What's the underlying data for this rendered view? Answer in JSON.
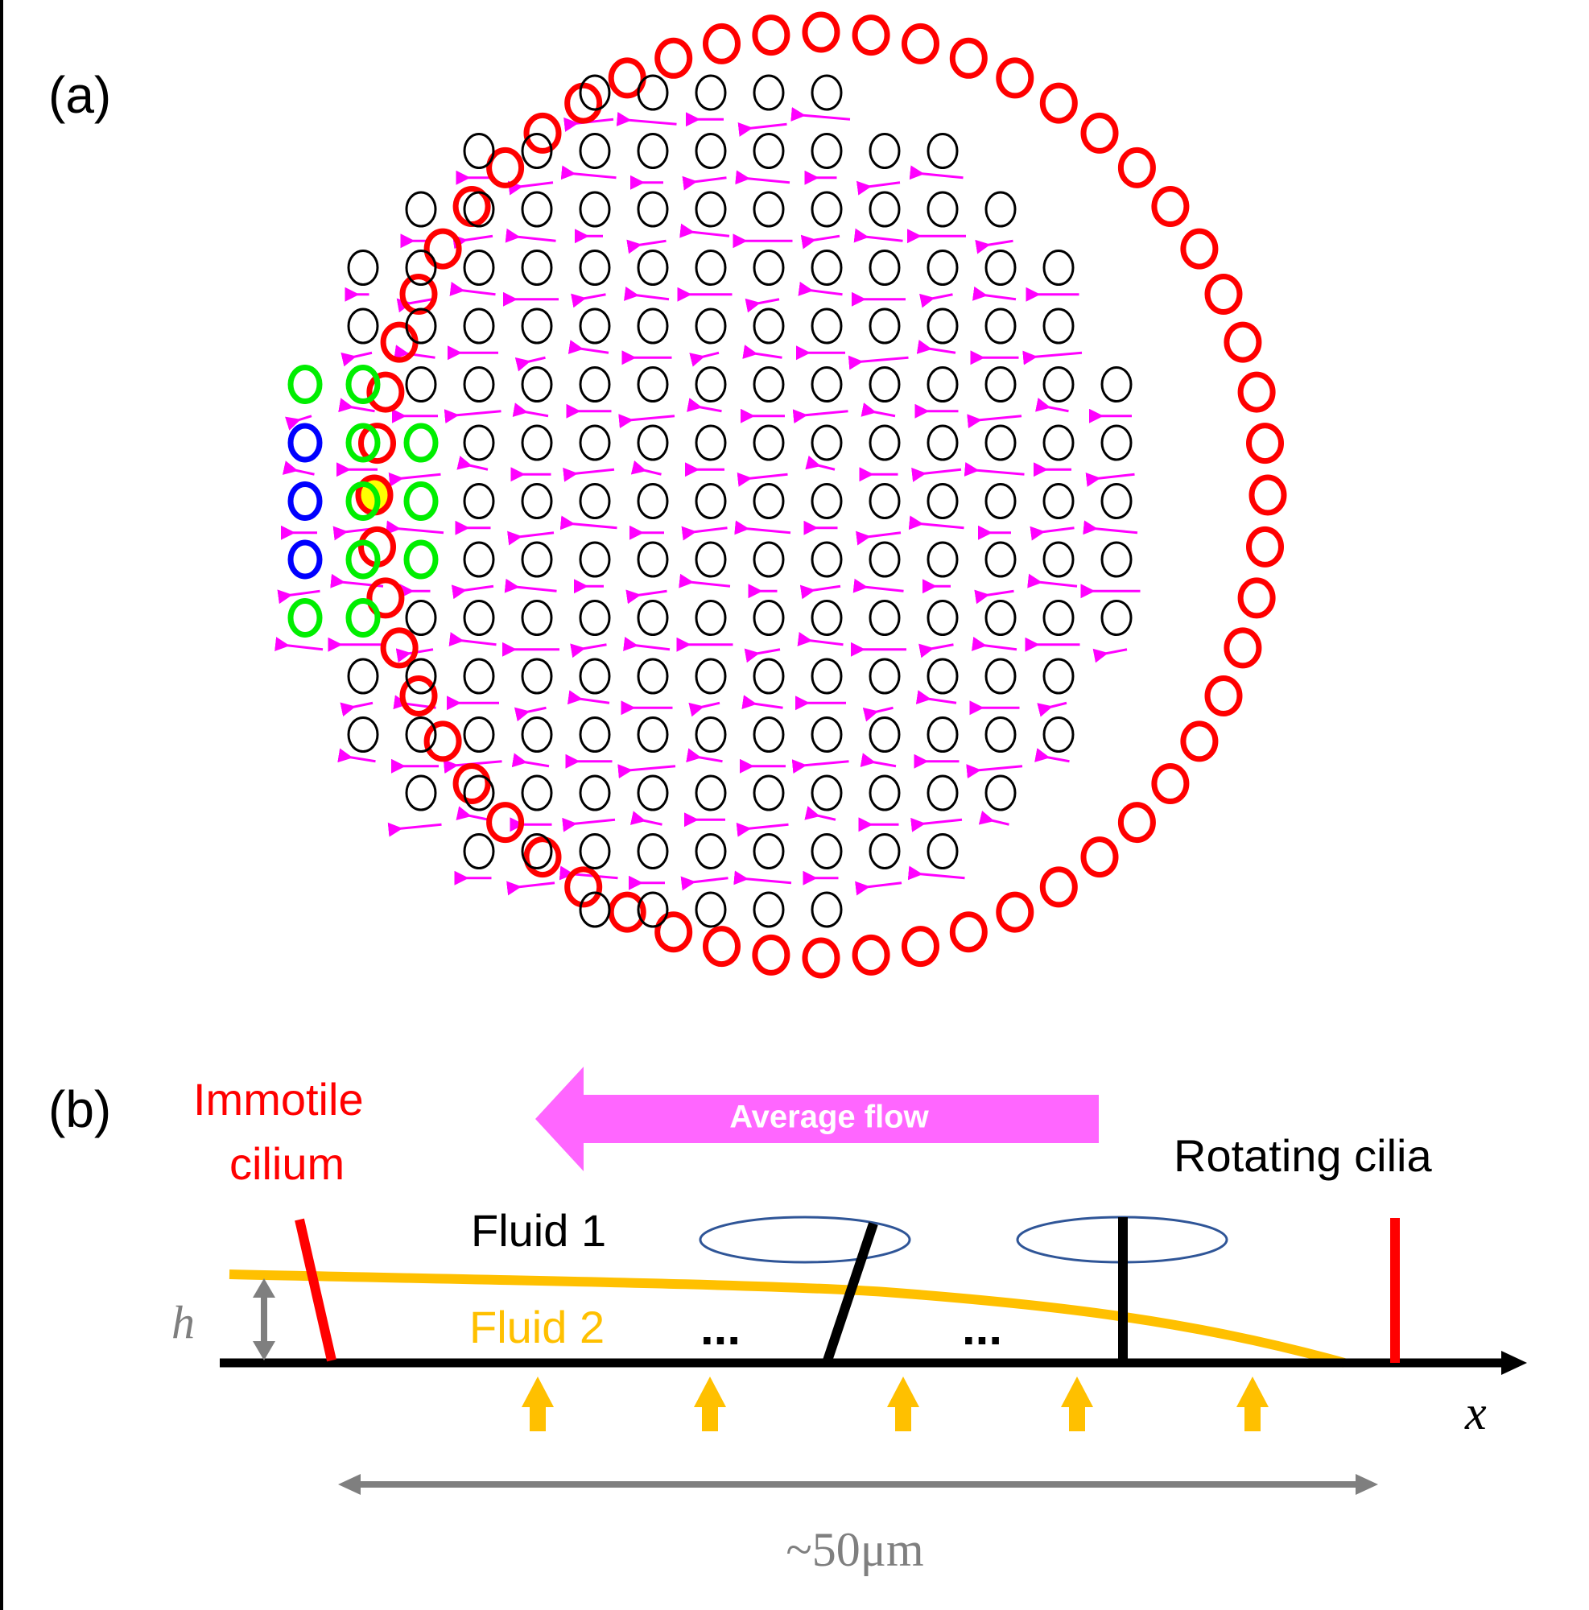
{
  "figure": {
    "panel_a": {
      "label": "(a)",
      "description": "Circular array of cilia viewed from above with flow-velocity arrows",
      "colors": {
        "boundary_cilia": "#ff0000",
        "interior_cilia": "#000000",
        "near_neighbors": "#00ee00",
        "nearest_neighbors": "#0000ff",
        "target_cilium_fill": "#ffff00",
        "flow_arrows": "#ff00ff"
      },
      "grid": {
        "rows": [
          {
            "start": 2,
            "count": 5
          },
          {
            "start": 0,
            "count": 9
          },
          {
            "start": -1,
            "count": 11
          },
          {
            "start": -2,
            "count": 13
          },
          {
            "start": -2,
            "count": 13
          },
          {
            "start": -3,
            "count": 15
          },
          {
            "start": -3,
            "count": 15
          },
          {
            "start": -3,
            "count": 15
          },
          {
            "start": -3,
            "count": 15
          },
          {
            "start": -3,
            "count": 15
          },
          {
            "start": -2,
            "count": 13
          },
          {
            "start": -2,
            "count": 13
          },
          {
            "start": -1,
            "count": 11
          },
          {
            "start": 0,
            "count": 9
          },
          {
            "start": 2,
            "count": 5
          }
        ],
        "highlighted": [
          {
            "row": 5,
            "col": -3,
            "type": "green"
          },
          {
            "row": 5,
            "col": -2,
            "type": "green"
          },
          {
            "row": 6,
            "col": -3,
            "type": "blue"
          },
          {
            "row": 6,
            "col": -2,
            "type": "green"
          },
          {
            "row": 6,
            "col": -1,
            "type": "green"
          },
          {
            "row": 7,
            "col": -3,
            "type": "blue"
          },
          {
            "row": 7,
            "col": -2,
            "type": "green"
          },
          {
            "row": 7,
            "col": -1,
            "type": "green"
          },
          {
            "row": 8,
            "col": -3,
            "type": "blue"
          },
          {
            "row": 8,
            "col": -2,
            "type": "green"
          },
          {
            "row": 8,
            "col": -1,
            "type": "green"
          },
          {
            "row": 9,
            "col": -3,
            "type": "green"
          },
          {
            "row": 9,
            "col": -2,
            "type": "green"
          }
        ],
        "boundary_count": 56,
        "target_index_angle_deg": 180
      }
    },
    "panel_b": {
      "label": "(b)",
      "immotile_label_line1": "Immotile",
      "immotile_label_line2": "cilium",
      "flow_label": "Average flow",
      "rotating_label": "Rotating cilia",
      "fluid1_label": "Fluid 1",
      "fluid2_label": "Fluid 2",
      "ellipsis": "...",
      "height_symbol": "h",
      "axis_symbol": "x",
      "scale_label": "~50μm",
      "colors": {
        "immotile": "#ff0000",
        "flow_arrow": "#ff66ff",
        "interface": "#ffc000",
        "rotation_ellipse": "#2f5597",
        "cilia": "#000000",
        "dimension": "#7f7f7f"
      },
      "source_arrow_count": 5
    }
  }
}
